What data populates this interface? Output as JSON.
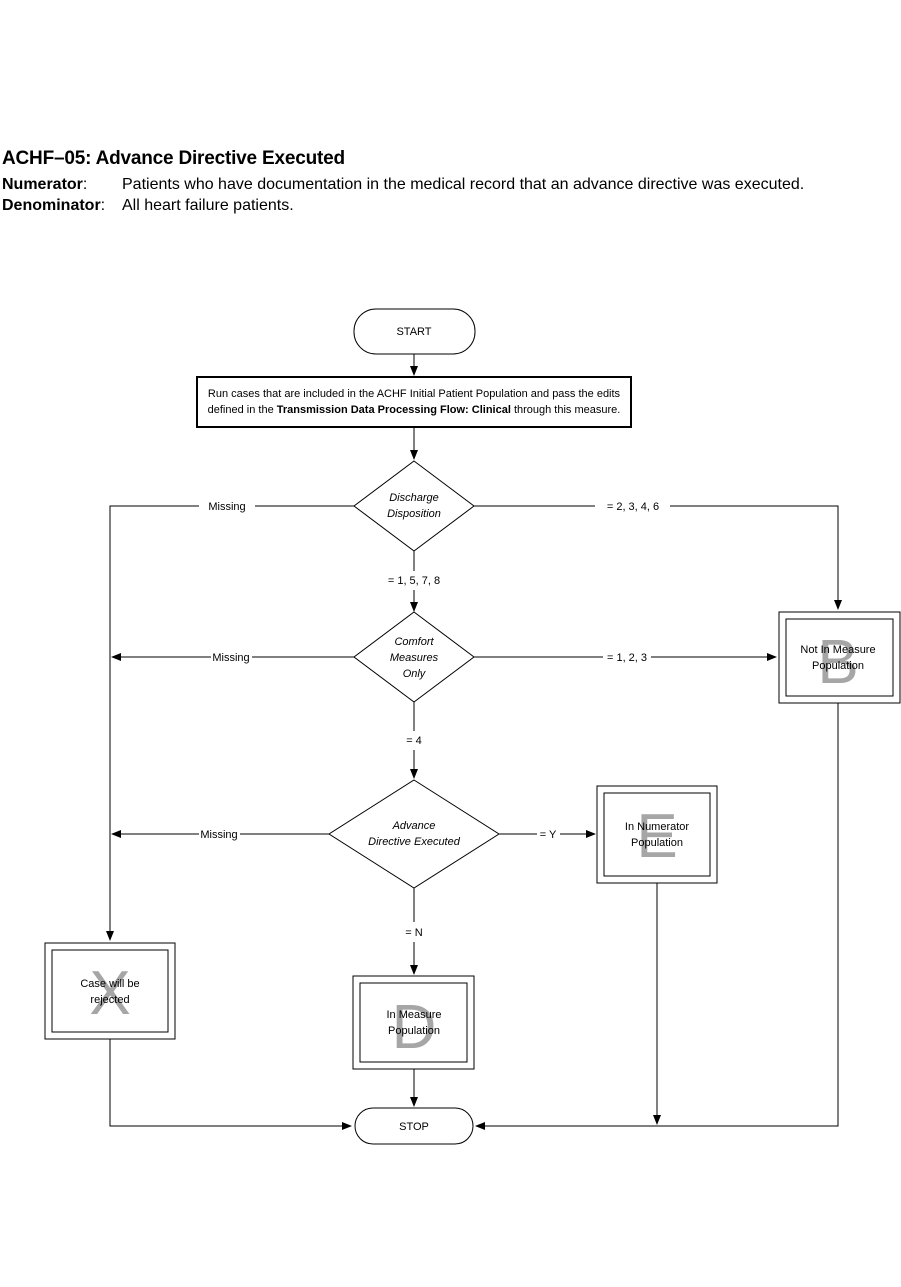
{
  "header": {
    "title": "ACHF–05: Advance Directive Executed",
    "numerator_label": "Numerator",
    "numerator_text": "Patients who have documentation in the medical record that an advance directive was executed.",
    "denominator_label": "Denominator",
    "denominator_text": "All heart failure patients."
  },
  "flow": {
    "start": "START",
    "stop": "STOP",
    "process": {
      "line1_pre": "Run cases that are included in the ACHF Initial Patient Population and pass the edits",
      "line2_pre": "defined in the ",
      "line2_bold": "Transmission Data Processing Flow: Clinical",
      "line2_post": " through this measure."
    },
    "decision_discharge": {
      "line1": "Discharge",
      "line2": "Disposition"
    },
    "decision_comfort": {
      "line1": "Comfort",
      "line2": "Measures",
      "line3": "Only"
    },
    "decision_advance": {
      "line1": "Advance",
      "line2": "Directive Executed"
    },
    "edges": {
      "discharge_missing": "Missing",
      "discharge_right": "= 2, 3, 4, 6",
      "discharge_down": "= 1, 5, 7, 8",
      "comfort_missing": "Missing",
      "comfort_right": "= 1, 2, 3",
      "comfort_down": "= 4",
      "advance_missing": "Missing",
      "advance_yes": "= Y",
      "advance_no": "= N"
    },
    "outcomes": {
      "not_in_measure": {
        "letter": "B",
        "line1": "Not In Measure",
        "line2": "Population"
      },
      "in_numerator": {
        "letter": "E",
        "line1": "In Numerator",
        "line2": "Population"
      },
      "rejected": {
        "letter": "X",
        "line1": "Case will be",
        "line2": "rejected"
      },
      "in_measure": {
        "letter": "D",
        "line1": "In Measure",
        "line2": "Population"
      }
    }
  }
}
